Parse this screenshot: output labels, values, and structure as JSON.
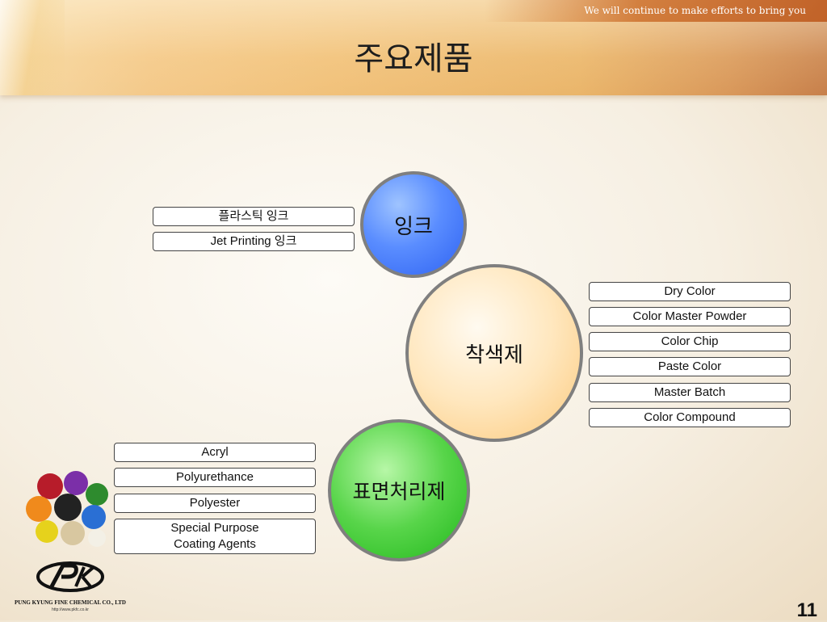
{
  "header": {
    "tagline": "We will continue to make efforts to bring you",
    "title": "주요제품"
  },
  "circles": {
    "ink": "잉크",
    "colorant": "착색제",
    "surface": "표면처리제"
  },
  "ink_items": [
    "플라스틱 잉크",
    "Jet Printing 잉크"
  ],
  "colorant_items": [
    "Dry Color",
    "Color Master Powder",
    "Color Chip",
    "Paste Color",
    "Master Batch",
    "Color Compound"
  ],
  "surface_items": [
    "Acryl",
    "Polyurethance",
    "Polyester",
    "Special Purpose\nCoating Agents"
  ],
  "company": {
    "name": "PUNG KYUNG FINE CHEMICAL CO., LTD",
    "url": "http://www.pkfc.co.kr"
  },
  "page_number": "11"
}
